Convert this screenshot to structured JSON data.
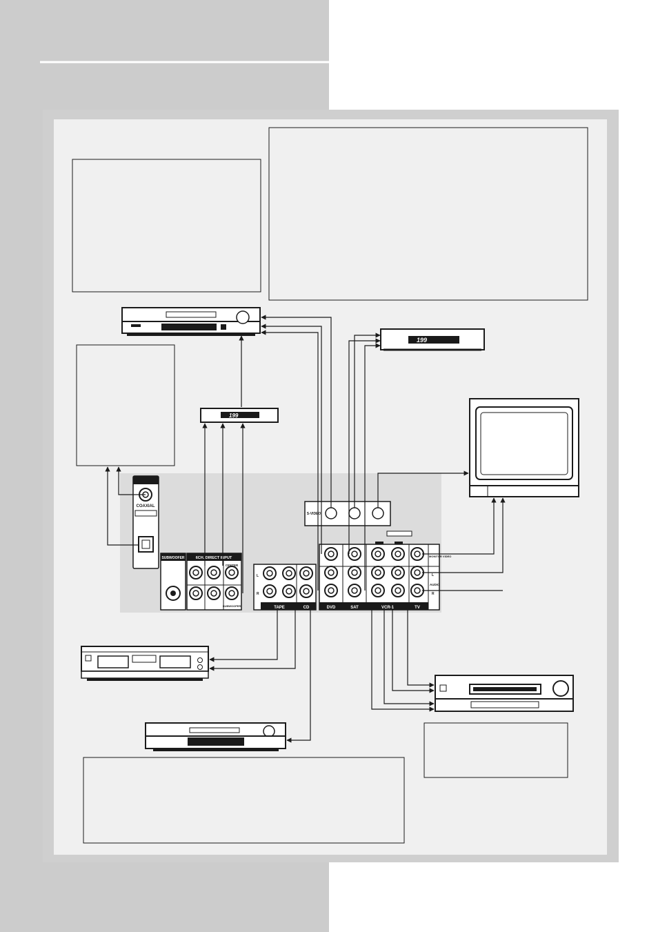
{
  "colors": {
    "left_band": "#cccccc",
    "panel_outer": "#cfcfcf",
    "panel_inner": "#f0f0f0",
    "rear_panel": "#dcdcdc",
    "ink": "#1a1a1a"
  },
  "devices": {
    "dvd_player": "dvd-player-icon",
    "sat_receiver_top": "satellite-receiver-icon",
    "sat_receiver_dvd": "satellite-receiver-icon",
    "television": "television-icon",
    "tape_deck": "cassette-deck-icon",
    "cd_player": "cd-player-icon",
    "vcr": "vcr-icon"
  },
  "displays": {
    "sat_top_readout": "199",
    "sat_mid_readout": "199"
  },
  "digital_out": {
    "header": "",
    "coaxial_label": "COAXIAL"
  },
  "subwoofer": {
    "label": "SUBWOOFER"
  },
  "direct_input": {
    "header": "6CH. DIRECT INPUT",
    "center_label": "CENTER",
    "subwoofer_label": "SUBWOOFER",
    "left_marker": "L",
    "right_marker": "R"
  },
  "svideo": {
    "label": "S-VIDEO"
  },
  "rear_inputs": {
    "tape": "TAPE",
    "cd": "CD",
    "dvd": "DVD",
    "sat": "SAT",
    "vcr1": "VCR-1",
    "tv": "TV",
    "monitor_label": "MONITOR VIDEO",
    "audio_label": "AUDIO",
    "audio_l": "L",
    "audio_r": "R"
  }
}
